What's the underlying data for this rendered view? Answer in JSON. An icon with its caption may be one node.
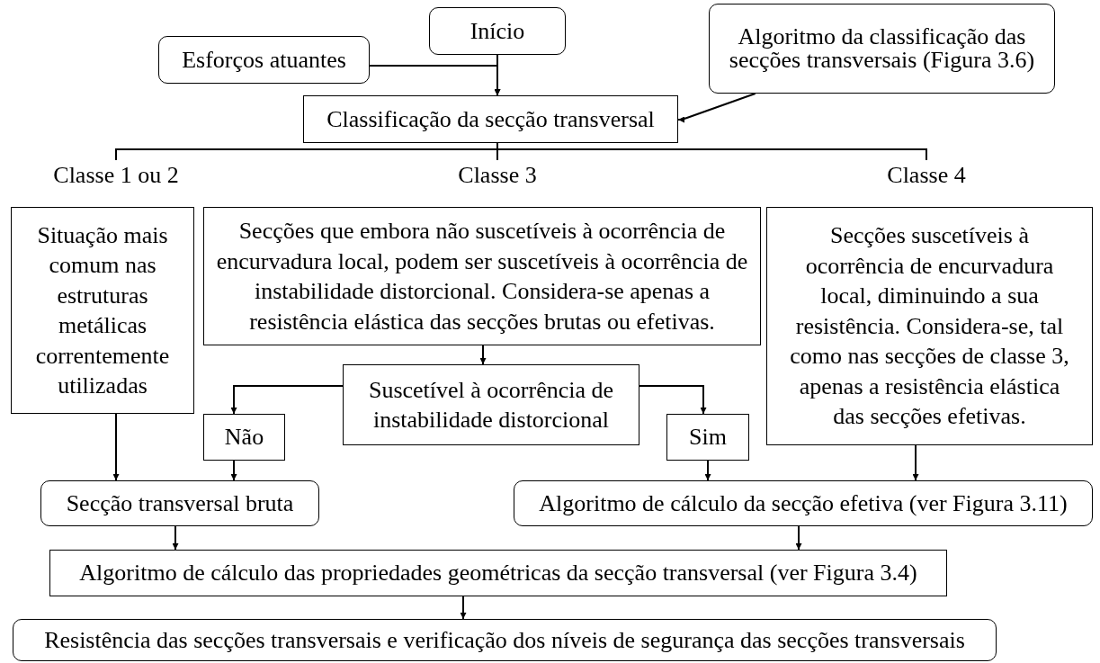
{
  "diagram": {
    "nodes": [
      {
        "text": [
          "Início"
        ]
      },
      {
        "text": [
          "Esforços atuantes"
        ]
      },
      {
        "text": [
          "Algoritmo da classificação das secções transversais (Figura 3.6)"
        ]
      },
      {
        "text": [
          "Classificação da secção transversal"
        ]
      },
      {
        "text": [
          "Classe 1 ou 2"
        ]
      },
      {
        "text": [
          "Classe 3"
        ]
      },
      {
        "text": [
          "Classe 4"
        ]
      },
      {
        "text": [
          "Situação mais comum nas estruturas metálicas correntemente utilizadas"
        ]
      },
      {
        "text": [
          "Secções que embora não suscetíveis à ocorrência de encurvadura local, podem ser suscetíveis à ocorrência de instabilidade distorcional. Considera-se apenas a resistência elástica das secções brutas ou efetivas."
        ]
      },
      {
        "text": [
          "Secções suscetíveis à ocorrência de encurvadura local, diminuindo a sua resistência. Considera-se, tal como nas secções de classe 3, apenas a resistência elástica das secções efetivas."
        ]
      },
      {
        "text": [
          "Suscetível à ocorrência de instabilidade distorcional"
        ]
      },
      {
        "text": [
          "Não"
        ]
      },
      {
        "text": [
          "Sim"
        ]
      },
      {
        "text": [
          "Secção transversal bruta"
        ]
      },
      {
        "text": [
          "Algoritmo de cálculo da secção efetiva (ver Figura 3.11)"
        ]
      },
      {
        "text": [
          "Algoritmo de cálculo das propriedades geométricas da secção transversal (ver Figura 3.4)"
        ]
      },
      {
        "text": [
          "Resistência das secções transversais e verificação dos níveis de segurança das secções transversais"
        ]
      }
    ],
    "edges": [
      {
        "from": 0,
        "to": 3,
        "arrow": "to"
      },
      {
        "from": 1,
        "to": 3,
        "arrow": "to"
      },
      {
        "from": 2,
        "to": 3,
        "arrow": "to"
      },
      {
        "from": 3,
        "to": 4,
        "arrow": "none"
      },
      {
        "from": 3,
        "to": 5,
        "arrow": "none"
      },
      {
        "from": 3,
        "to": 6,
        "arrow": "none"
      },
      {
        "from": 8,
        "to": 10,
        "arrow": "to"
      },
      {
        "from": 10,
        "to": 11,
        "arrow": "to"
      },
      {
        "from": 10,
        "to": 12,
        "arrow": "to"
      },
      {
        "from": 7,
        "to": 13,
        "arrow": "to"
      },
      {
        "from": 11,
        "to": 13,
        "arrow": "to"
      },
      {
        "from": 12,
        "to": 14,
        "arrow": "to"
      },
      {
        "from": 9,
        "to": 14,
        "arrow": "to"
      },
      {
        "from": 13,
        "to": 15,
        "arrow": "to"
      },
      {
        "from": 14,
        "to": 15,
        "arrow": "to"
      },
      {
        "from": 15,
        "to": 16,
        "arrow": "to"
      }
    ]
  }
}
